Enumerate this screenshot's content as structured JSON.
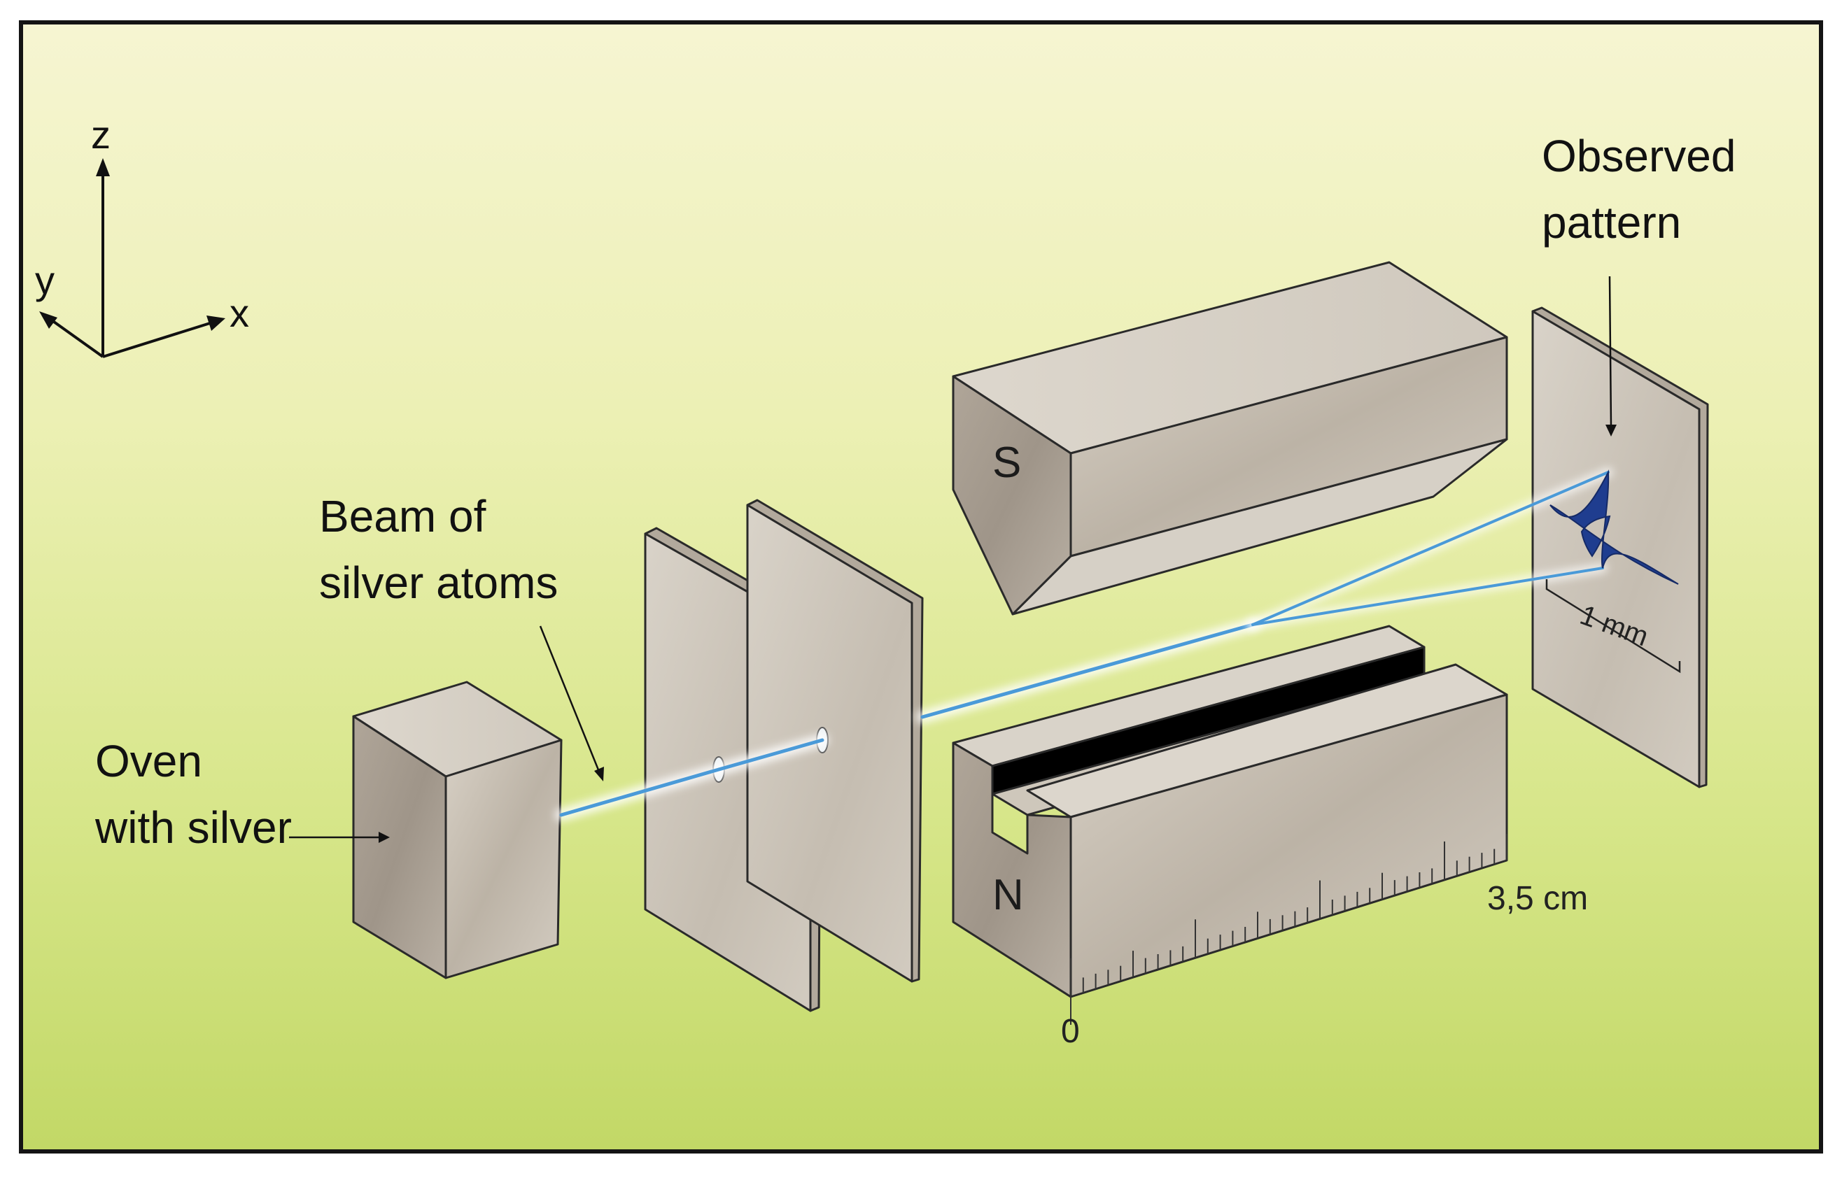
{
  "axes": {
    "z": "z",
    "y": "y",
    "x": "x"
  },
  "labels": {
    "oven_line1": "Oven",
    "oven_line2": "with silver",
    "beam_line1": "Beam of",
    "beam_line2": "silver atoms",
    "pattern_line1": "Observed",
    "pattern_line2": "pattern",
    "pole_s": "S",
    "pole_n": "N",
    "scale_mm": "1 mm",
    "ruler_start": "0",
    "ruler_end": "3,5 cm"
  },
  "colors": {
    "background_top": "#f6f5d0",
    "background_bottom": "#c3d96a",
    "block": "#c4bcb0",
    "beam": "#4a9ad8",
    "pattern": "#1f3d8f",
    "frame": "#141414"
  }
}
